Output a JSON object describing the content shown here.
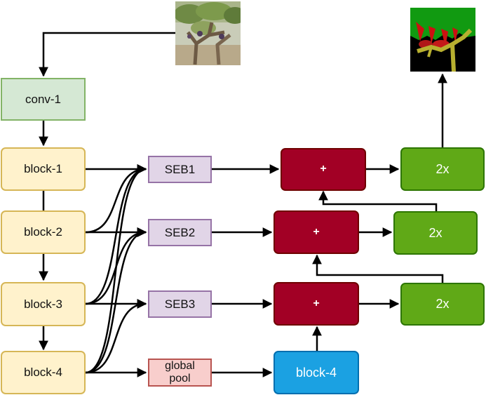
{
  "nodes": {
    "conv1": "conv-1",
    "block1": "block-1",
    "block2": "block-2",
    "block3": "block-3",
    "block4": "block-4",
    "seb1": "SEB1",
    "seb2": "SEB2",
    "seb3": "SEB3",
    "global_pool": "global\npool",
    "sum1": "+",
    "sum2": "+",
    "sum3": "+",
    "decoder_block4": "block-4",
    "up1": "2x",
    "up2": "2x",
    "up3": "2x"
  },
  "images": {
    "input": "vineyard-photo",
    "output": "segmentation-mask"
  },
  "colors": {
    "conv_fill": "#d5e8d4",
    "block_fill": "#fff2cc",
    "seb_fill": "#e1d5e7",
    "pool_fill": "#f8cecc",
    "sum_fill": "#a20025",
    "upsample_fill": "#60a917",
    "decoder_block_fill": "#1ba1e2"
  }
}
